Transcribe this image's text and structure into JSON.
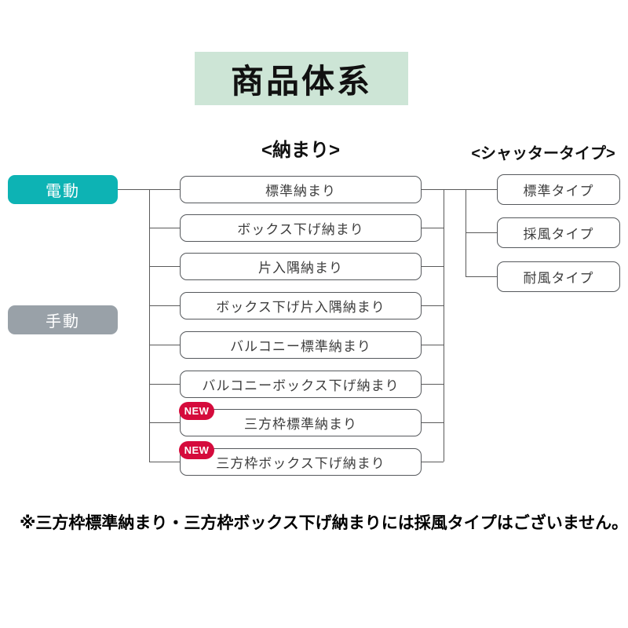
{
  "title": "商品体系",
  "headers": {
    "installation": "<納まり>",
    "shutter_type": "<シャッタータイプ>"
  },
  "drive": {
    "electric": "電動",
    "manual": "手動"
  },
  "installations": [
    {
      "label": "標準納まり"
    },
    {
      "label": "ボックス下げ納まり"
    },
    {
      "label": "片入隅納まり"
    },
    {
      "label": "ボックス下げ片入隅納まり"
    },
    {
      "label": "バルコニー標準納まり"
    },
    {
      "label": "バルコニーボックス下げ納まり"
    },
    {
      "label": "三方枠標準納まり",
      "badge": "NEW"
    },
    {
      "label": "三方枠ボックス下げ納まり",
      "badge": "NEW"
    }
  ],
  "shutter_types": [
    {
      "label": "標準タイプ"
    },
    {
      "label": "採風タイプ"
    },
    {
      "label": "耐風タイプ"
    }
  ],
  "footnote": "※三方枠標準納まり・三方枠ボックス下げ納まりには採風タイプはございません。",
  "colors": {
    "title_bg": "#cde5d6",
    "electric_pill": "#0db3b4",
    "manual_pill": "#99a1a8",
    "new_badge": "#d50b3c",
    "box_border": "#55585c",
    "line": "#5a5a5a"
  }
}
